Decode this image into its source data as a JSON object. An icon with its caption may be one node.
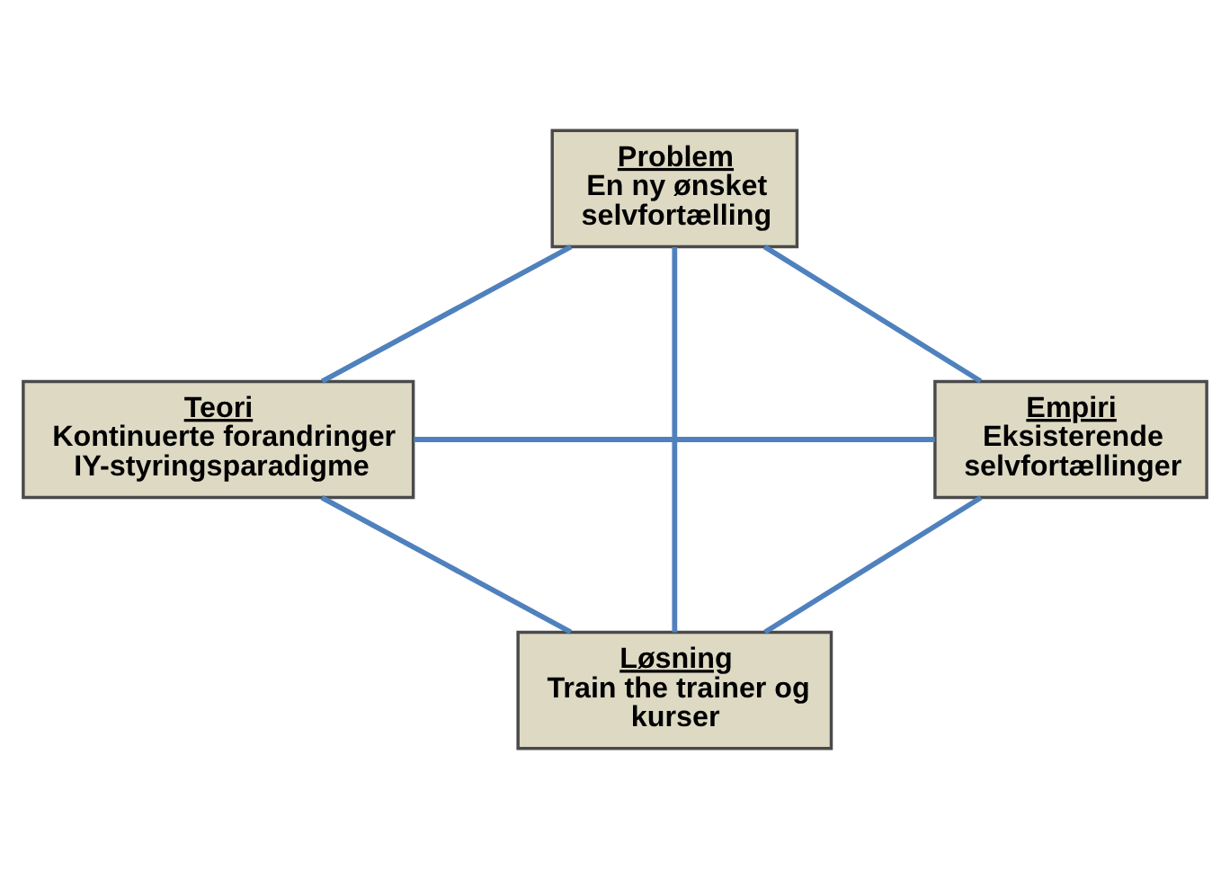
{
  "diagram": {
    "nodes": [
      {
        "text": [
          "Problem",
          "En ny ønsket selvfortælling"
        ]
      },
      {
        "text": [
          "Teori",
          "Kontinuerte forandringer IY-styringsparadigme"
        ]
      },
      {
        "text": [
          "Empiri",
          "Eksisterende selvfortællinger"
        ]
      },
      {
        "text": [
          "Løsning",
          "Train the trainer og kurser"
        ]
      }
    ],
    "edges": [
      {
        "from": 0,
        "to": 1,
        "arrow": "none"
      },
      {
        "from": 0,
        "to": 2,
        "arrow": "none"
      },
      {
        "from": 0,
        "to": 3,
        "arrow": "none"
      },
      {
        "from": 1,
        "to": 2,
        "arrow": "none"
      },
      {
        "from": 1,
        "to": 3,
        "arrow": "none"
      },
      {
        "from": 2,
        "to": 3,
        "arrow": "none"
      }
    ]
  }
}
